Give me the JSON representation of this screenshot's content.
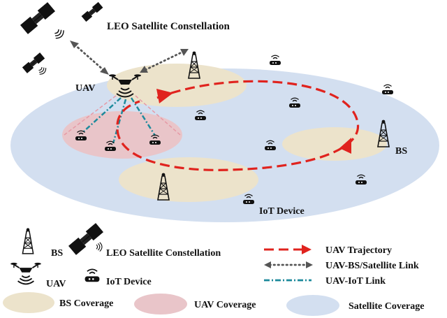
{
  "diagram": {
    "labels": {
      "leo": "LEO Satellite Constellation",
      "uav": "UAV",
      "bs": "BS",
      "iot": "IoT Device"
    }
  },
  "legend": {
    "bs": "BS",
    "leo": "LEO Satellite Constellation",
    "uav": "UAV",
    "iot": "IoT Device",
    "trajectory": "UAV Trajectory",
    "bs_sat_link": "UAV-BS/Satellite Link",
    "iot_link": "UAV-IoT Link",
    "bs_coverage": "BS Coverage",
    "uav_coverage": "UAV Coverage",
    "sat_coverage": "Satellite Coverage"
  },
  "colors": {
    "satellite_coverage": "#d3dff0",
    "bs_coverage": "#ece3cb",
    "uav_coverage": "#e9c5c9",
    "trajectory": "#e0231e",
    "iot_link": "#1d8a9c",
    "bs_sat_link": "#555555"
  }
}
